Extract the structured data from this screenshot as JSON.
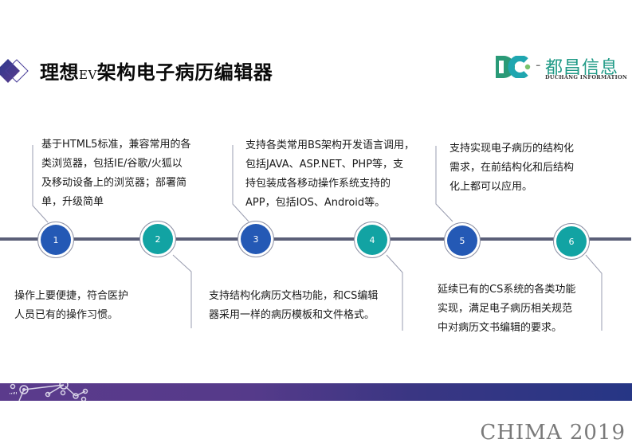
{
  "header": {
    "title_part1": "理想",
    "title_ev": "EV",
    "title_part2": "架构电子病历编辑器",
    "logo": {
      "mark": "DC",
      "dash": "-",
      "name_cn": "都昌信息",
      "name_en": "DUCHANG INFORMATION"
    }
  },
  "colors": {
    "blue": "#2459b5",
    "teal": "#12a3a3",
    "timeline": "#5b5f78",
    "band_start": "#5b3b8c",
    "band_end": "#263685"
  },
  "timeline": {
    "nodes": [
      {
        "number": "1",
        "color": "blue",
        "position": "top",
        "lines": [
          "基于HTML5标准，兼容常用的各",
          "类浏览器，包括IE/谷歌/火狐以",
          "及移动设备上的浏览器；部署简",
          "单，升级简单"
        ]
      },
      {
        "number": "2",
        "color": "teal",
        "position": "bottom",
        "lines": [
          "操作上要便捷，符合医护",
          "人员已有的操作习惯。"
        ]
      },
      {
        "number": "3",
        "color": "blue",
        "position": "top",
        "lines": [
          "支持各类常用BS架构开发语言调用，",
          "包括JAVA、ASP.NET、PHP等，支",
          "持包装成各移动操作系统支持的",
          "APP，包括IOS、Android等。"
        ]
      },
      {
        "number": "4",
        "color": "teal",
        "position": "bottom",
        "lines": [
          "支持结构化病历文档功能，和CS编辑",
          "器采用一样的病历模板和文件格式。"
        ]
      },
      {
        "number": "5",
        "color": "blue",
        "position": "top",
        "lines": [
          "支持实现电子病历的结构化",
          "需求，在前结构化和后结构",
          "化上都可以应用。"
        ]
      },
      {
        "number": "6",
        "color": "teal",
        "position": "bottom",
        "lines": [
          "延续已有的CS系统的各类功能",
          "实现，满足电子病历相关规范",
          "中对病历文书编辑的要求。"
        ]
      }
    ]
  },
  "footer": {
    "label": "CHIMA 2019"
  }
}
